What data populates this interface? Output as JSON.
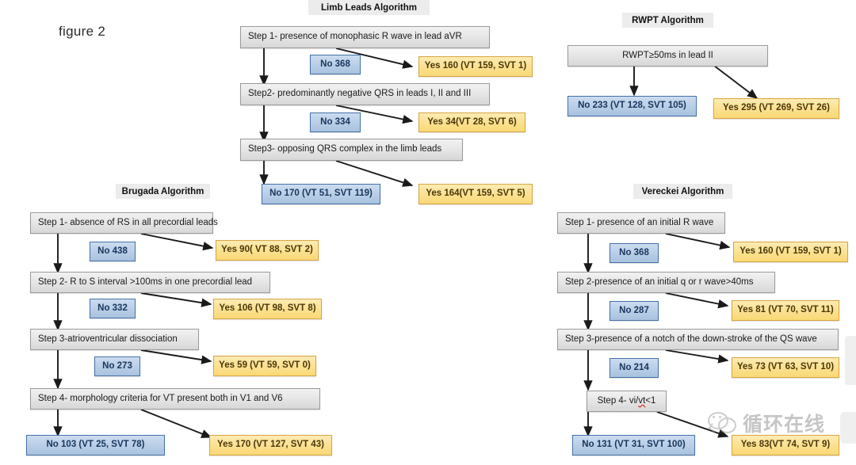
{
  "figure_label": "figure 2",
  "watermark": {
    "text": "循环在线",
    "icon": "wechat-icon"
  },
  "colors": {
    "step_fill": "#e4e4e4",
    "step_border": "#9a9a9a",
    "no_fill": "#b8cde6",
    "no_border": "#4472a8",
    "no_text": "#17365d",
    "yes_fill": "#fbe08f",
    "yes_border": "#d9a441",
    "yes_text": "#4a3708",
    "title_fill": "#ececec",
    "arrow": "#1a1a1a",
    "background": "#ffffff"
  },
  "algorithms": {
    "limb_leads": {
      "title": "Limb Leads Algorithm",
      "steps": [
        {
          "label": "Step 1- presence of monophasic R wave in lead  aVR"
        },
        {
          "label": "Step2- predominantly negative QRS in leads I, II and III"
        },
        {
          "label": "Step3- opposing QRS complex in the limb leads"
        }
      ],
      "no_labels": [
        {
          "label": "No 368"
        },
        {
          "label": "No 334"
        }
      ],
      "yes_outcomes": [
        {
          "label": "Yes 160 (VT 159, SVT 1)"
        },
        {
          "label": "Yes 34(VT 28, SVT 6)"
        },
        {
          "label": "Yes 164(VT 159, SVT 5)"
        }
      ],
      "final_no": {
        "label": "No 170 (VT 51, SVT 119)"
      }
    },
    "rwpt": {
      "title": "RWPT Algorithm",
      "steps": [
        {
          "label": "RWPT≥50ms in lead II"
        }
      ],
      "final_no": {
        "label": "No 233 (VT 128, SVT 105)"
      },
      "yes_outcomes": [
        {
          "label": "Yes 295 (VT 269, SVT 26)"
        }
      ]
    },
    "brugada": {
      "title": "Brugada Algorithm",
      "steps": [
        {
          "label": "Step 1- absence of RS in all precordial leads"
        },
        {
          "label": "Step 2- R to S interval >100ms in one precordial lead"
        },
        {
          "label": "Step 3-atrioventricular dissociation"
        },
        {
          "label": "Step 4- morphology criteria for VT present both in V1 and V6"
        }
      ],
      "no_labels": [
        {
          "label": "No 438"
        },
        {
          "label": "No 332"
        },
        {
          "label": "No 273"
        }
      ],
      "yes_outcomes": [
        {
          "label": "Yes 90( VT 88, SVT 2)"
        },
        {
          "label": "Yes 106 (VT 98, SVT 8)"
        },
        {
          "label": "Yes 59 (VT 59, SVT 0)"
        },
        {
          "label": "Yes 170 (VT 127, SVT 43)"
        }
      ],
      "final_no": {
        "label": "No 103 (VT 25, SVT 78)"
      }
    },
    "vereckei": {
      "title": "Vereckei Algorithm",
      "steps": [
        {
          "label": "Step 1- presence of an initial R wave"
        },
        {
          "label": "Step 2-presence of an initial q or r wave>40ms"
        },
        {
          "label": "Step 3-presence of a notch of the down-stroke of the QS wave"
        },
        {
          "label_prefix": "Step 4- vi/",
          "label_misspelled": "vt",
          "label_suffix": "<1"
        }
      ],
      "no_labels": [
        {
          "label": "No 368"
        },
        {
          "label": "No 287"
        },
        {
          "label": "No 214"
        }
      ],
      "yes_outcomes": [
        {
          "label": "Yes 160 (VT 159, SVT 1)"
        },
        {
          "label": "Yes 81 (VT 70, SVT 11)"
        },
        {
          "label": "Yes 73 (VT 63, SVT 10)"
        },
        {
          "label": "Yes 83(VT 74, SVT 9)"
        }
      ],
      "final_no": {
        "label": "No 131 (VT 31, SVT 100)"
      }
    }
  }
}
